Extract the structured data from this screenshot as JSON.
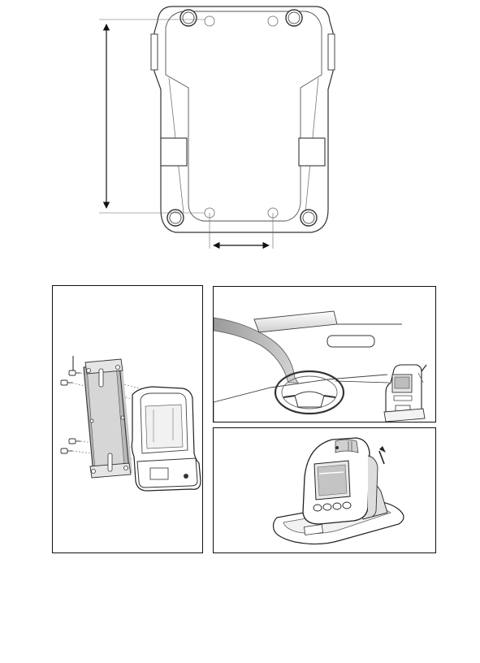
{
  "page": {
    "figures": [
      {
        "id": "base-dimension-drawing",
        "kind": "line-drawing",
        "caption": ""
      },
      {
        "id": "wall-mount-bracket",
        "kind": "line-drawing",
        "caption": ""
      },
      {
        "id": "vehicle-mount",
        "kind": "line-drawing",
        "caption": ""
      },
      {
        "id": "desktop-cradle",
        "kind": "line-drawing",
        "caption": ""
      }
    ]
  }
}
